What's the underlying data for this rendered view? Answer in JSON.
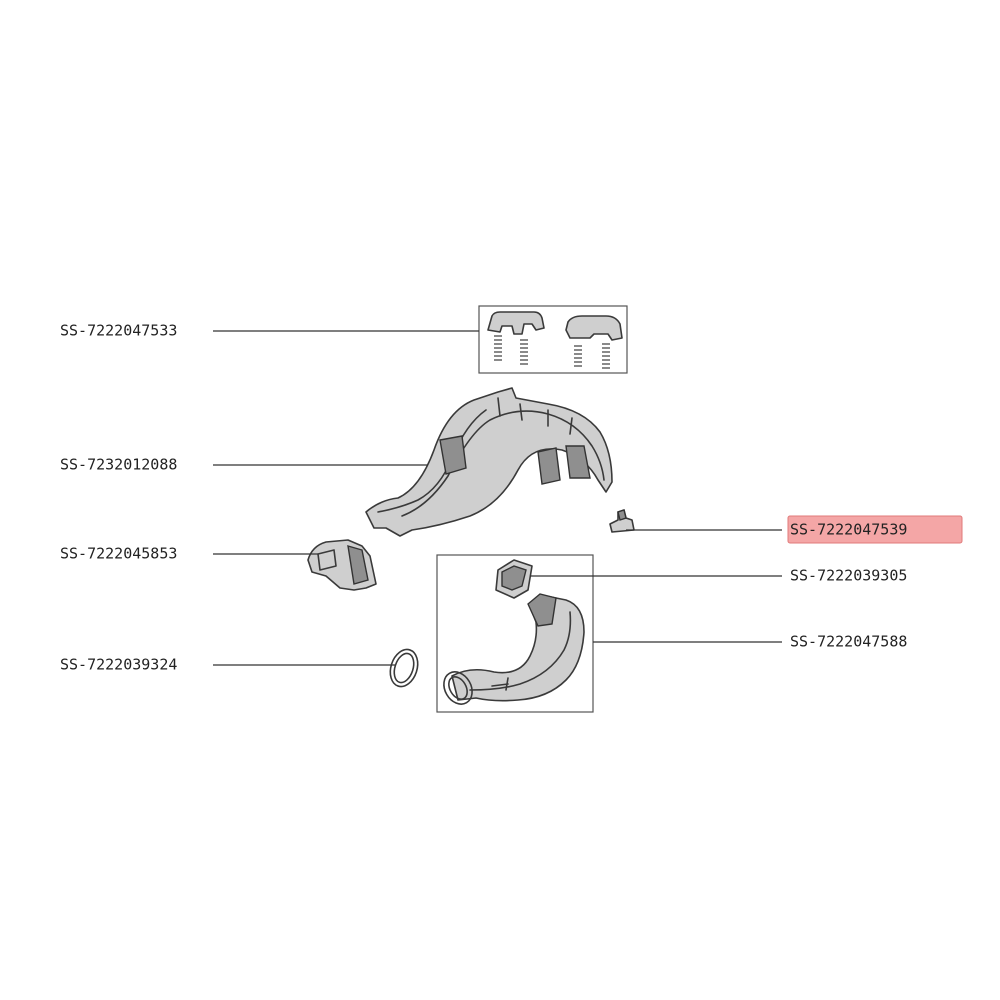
{
  "diagram": {
    "highlight_color": "#f4a6a6",
    "parts": [
      {
        "id": "handle-buttons",
        "ref": "SS-7222047533"
      },
      {
        "id": "handle-cover",
        "ref": "SS-7232012088"
      },
      {
        "id": "switch-housing",
        "ref": "SS-7222045853"
      },
      {
        "id": "seal-ring",
        "ref": "SS-7222039324"
      },
      {
        "id": "microswitch",
        "ref": "SS-7222047539",
        "highlighted": true
      },
      {
        "id": "latch",
        "ref": "SS-7222039305"
      },
      {
        "id": "air-duct",
        "ref": "SS-7222047588"
      }
    ]
  }
}
